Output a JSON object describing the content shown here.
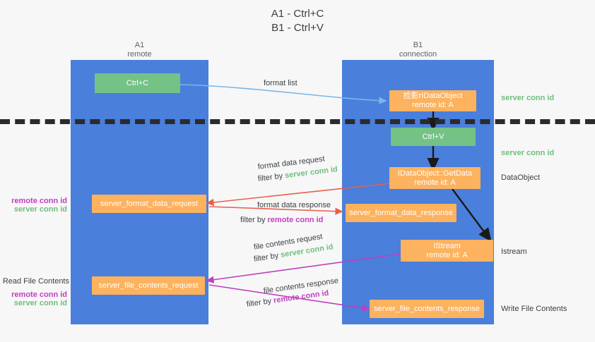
{
  "title": {
    "line1": "A1 - Ctrl+C",
    "line2": "B1 - Ctrl+V"
  },
  "lanes": [
    {
      "id": "a1",
      "name": "A1",
      "role": "remote"
    },
    {
      "id": "b1",
      "name": "B1",
      "role": "connection"
    }
  ],
  "nodes": {
    "ctrl_c": {
      "label": "Ctrl+C"
    },
    "ctrl_v": {
      "label": "Ctrl+V"
    },
    "idataobject_top": {
      "label": "捡影rIDataObject",
      "sub": "remote id: A"
    },
    "getdata": {
      "label": "IDataObject::GetData",
      "sub": "remote id: A"
    },
    "istream": {
      "label": "IStream",
      "sub": "remote id: A"
    },
    "server_format_data_request": {
      "label": "server_format_data_request"
    },
    "server_format_data_response": {
      "label": "server_format_data_response"
    },
    "server_file_contents_request": {
      "label": "server_file_contents_request"
    },
    "server_file_contents_response": {
      "label": "server_file_contents_response"
    }
  },
  "arrows": [
    {
      "id": "format-list",
      "caption": "format list",
      "filter_prefix": "",
      "filter_target": ""
    },
    {
      "id": "format-data-request",
      "caption": "format data request",
      "filter_prefix": "filter by ",
      "filter_target": "server conn id"
    },
    {
      "id": "format-data-response",
      "caption": "format data response",
      "filter_prefix": "filter by ",
      "filter_target": "remote conn id"
    },
    {
      "id": "file-contents-request",
      "caption": "file contents request",
      "filter_prefix": "filter by ",
      "filter_target": "server conn id"
    },
    {
      "id": "file-contents-response",
      "caption": "file contents response",
      "filter_prefix": "filter by ",
      "filter_target": "remote conn id"
    }
  ],
  "annotations": {
    "right_server_conn_id_top": "server conn id",
    "right_server_conn_id_mid": "server conn id",
    "right_dataobject": "DataObject",
    "right_istream": "Istream",
    "right_write_file_contents": "Write File Contents",
    "left_remote_conn_id_1": "remote conn id",
    "left_server_conn_id_1": "server conn id",
    "left_read_file_contents": "Read File Contents",
    "left_remote_conn_id_2": "remote conn id",
    "left_server_conn_id_2": "server conn id"
  },
  "colors": {
    "lane": "#4a7fdb",
    "green_node": "#74c285",
    "orange_node": "#fcb25e",
    "green_text": "#6cbf7e",
    "magenta_text": "#c13ec1",
    "arrow_blue": "#7ab7e8",
    "arrow_red": "#e8604c",
    "arrow_magenta": "#c13ec1",
    "arrow_dark": "#1a1a1a",
    "background": "#f7f7f7"
  }
}
